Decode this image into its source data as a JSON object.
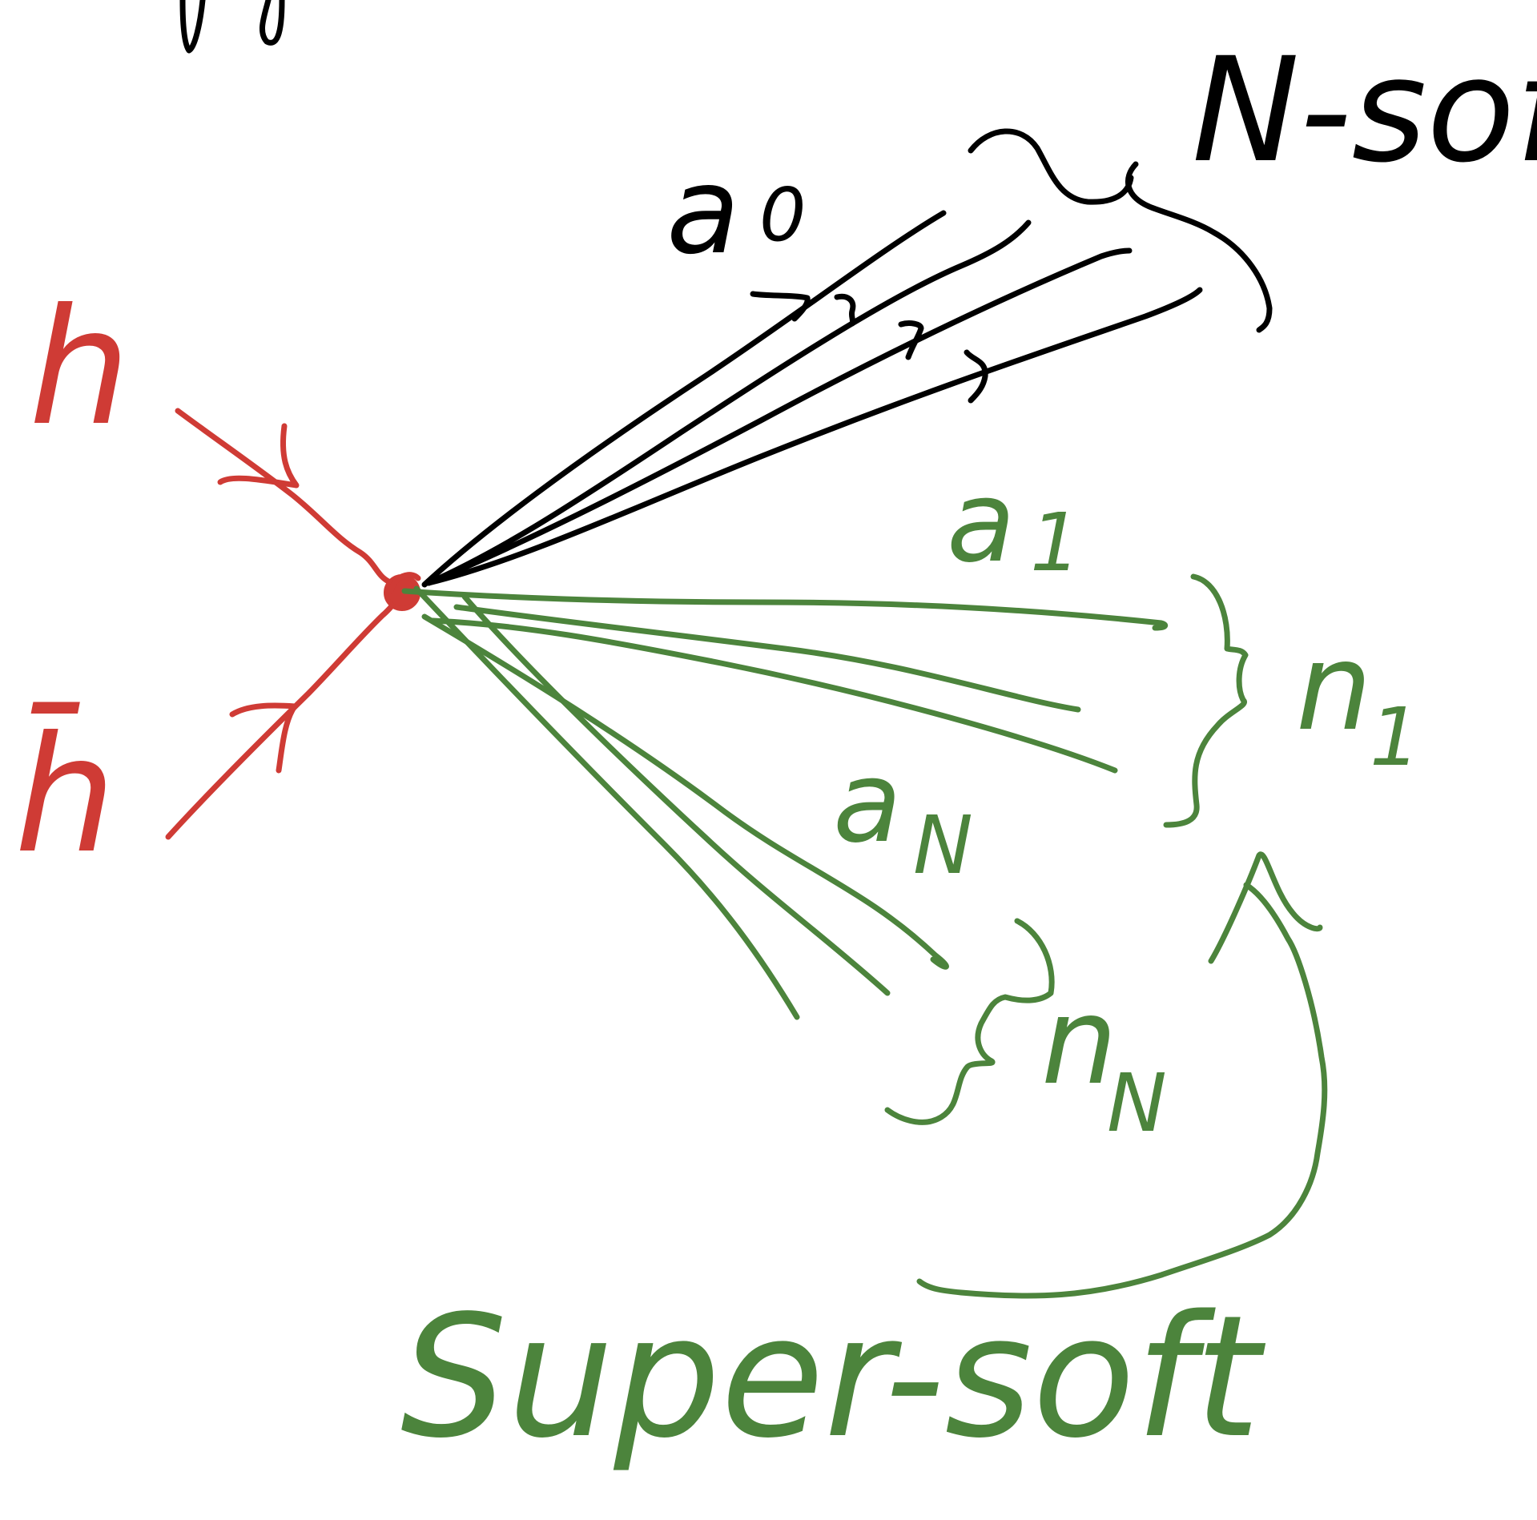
{
  "colors": {
    "black_ink": "#000000",
    "red_ink": "#cf3b35",
    "green_ink": "#4c843c",
    "background": "#ffffff"
  },
  "labels": {
    "top_partial": "gg",
    "hadron": "h",
    "antihadron": "h̄",
    "soft_particle": "a",
    "soft_index": "0",
    "soft_group": "N-soft",
    "supersoft_particle_1": "a",
    "supersoft_index_1": "1",
    "supersoft_count_1": "n",
    "supersoft_count_index_1": "1",
    "supersoft_particle_N": "a",
    "supersoft_index_N": "N",
    "supersoft_count_N": "n",
    "supersoft_count_index_N": "N",
    "supersoft_group": "Super-soft"
  }
}
